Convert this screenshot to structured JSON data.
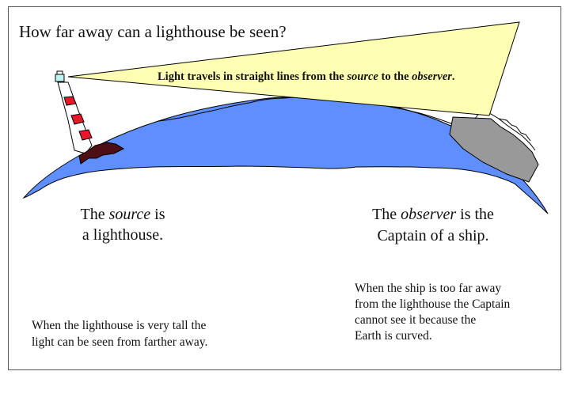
{
  "title": "How far away can a lighthouse be seen?",
  "beam_caption": {
    "part1": "Light travels in straight lines from the ",
    "source_word": "source",
    "part2": " to the ",
    "observer_word": "observer",
    "part3": "."
  },
  "source_caption": {
    "line1_prefix": "The ",
    "line1_em": "source",
    "line1_suffix": " is",
    "line2": "a lighthouse."
  },
  "observer_caption": {
    "line1_prefix": "The ",
    "line1_em": "observer",
    "line1_suffix": " is the",
    "line2": "Captain of a ship."
  },
  "observer_note": [
    "When the ship is too far away",
    "from the lighthouse the Captain",
    "cannot see it because the",
    "Earth is curved."
  ],
  "tall_note": [
    "When the lighthouse is very tall the",
    "light can be seen from farther away."
  ],
  "colors": {
    "sea": "#5f8fff",
    "beam": "#ffffb3",
    "rock": "#4d0f14",
    "lighthouse_band": "#e8182a",
    "lantern": "#bff2f2",
    "ship": "#999999"
  }
}
